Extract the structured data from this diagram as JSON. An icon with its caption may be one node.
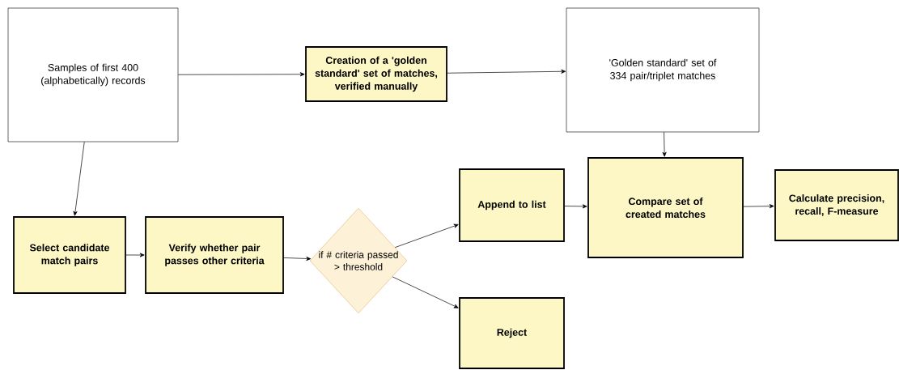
{
  "diagram": {
    "nodes": [
      {
        "text": [
          "Samples of first 400 (alphabetically) records"
        ]
      },
      {
        "text": [
          "Creation of a 'golden standard' set of matches, verified manually"
        ]
      },
      {
        "text": [
          "'Golden standard' set of 334 pair/triplet matches"
        ]
      },
      {
        "text": [
          "Select candidate match pairs"
        ]
      },
      {
        "text": [
          "Verify whether pair passes other criteria"
        ]
      },
      {
        "text": [
          "if # criteria passed > threshold"
        ]
      },
      {
        "text": [
          "Append to list"
        ]
      },
      {
        "text": [
          "Compare set of created matches"
        ]
      },
      {
        "text": [
          "Calculate precision, recall, F-measure"
        ]
      },
      {
        "text": [
          "Reject"
        ]
      }
    ],
    "edges": [
      {
        "from": 0,
        "to": 1,
        "arrow": "to"
      },
      {
        "from": 1,
        "to": 2,
        "arrow": "to"
      },
      {
        "from": 2,
        "to": 7,
        "arrow": "to"
      },
      {
        "from": 0,
        "to": 3,
        "arrow": "to"
      },
      {
        "from": 3,
        "to": 4,
        "arrow": "to"
      },
      {
        "from": 4,
        "to": 5,
        "arrow": "to"
      },
      {
        "from": 5,
        "to": 6,
        "arrow": "to"
      },
      {
        "from": 5,
        "to": 9,
        "arrow": "to"
      },
      {
        "from": 6,
        "to": 7,
        "arrow": "to"
      },
      {
        "from": 7,
        "to": 8,
        "arrow": "to"
      }
    ]
  }
}
